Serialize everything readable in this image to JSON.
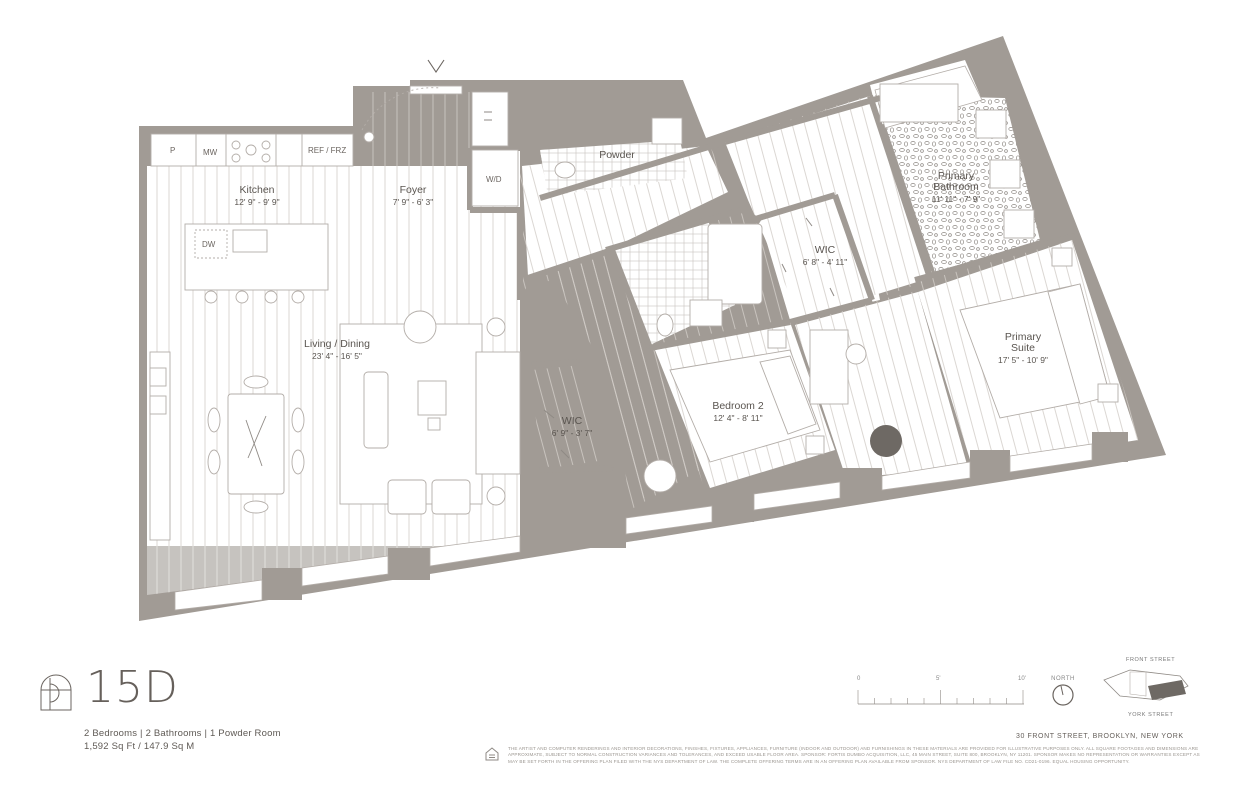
{
  "unit": {
    "name": "15D",
    "bed_bath": "2 Bedrooms  |  2 Bathrooms  |  1 Powder Room",
    "area": "1,592 Sq Ft / 147.9 Sq M"
  },
  "rooms": {
    "kitchen": {
      "name": "Kitchen",
      "dims": "12' 9\" - 9' 9\""
    },
    "foyer": {
      "name": "Foyer",
      "dims": "7' 9\" - 6' 3\""
    },
    "powder": {
      "name": "Powder"
    },
    "living": {
      "name": "Living / Dining",
      "dims": "23' 4\" - 16' 5\""
    },
    "wic_left": {
      "name": "WIC",
      "dims": "6' 9\" - 3' 7\""
    },
    "bedroom2": {
      "name": "Bedroom 2",
      "dims": "12' 4\" - 8' 11\""
    },
    "wic_center": {
      "name": "WIC",
      "dims": "6' 8\" - 4' 11\""
    },
    "primary_bath": {
      "name1": "Primary",
      "name2": "Bathroom",
      "dims": "11' 11\" - 7' 9\""
    },
    "primary_suite": {
      "name1": "Primary",
      "name2": "Suite",
      "dims": "17' 5\" - 10' 9\""
    }
  },
  "fixtures": {
    "pantry": "P",
    "microwave": "MW",
    "fridge": "REF / FRZ",
    "dishwasher": "DW",
    "washer_dryer": "W/D"
  },
  "scale": {
    "zero": "0",
    "five": "5'",
    "ten": "10'"
  },
  "north_label": "NORTH",
  "streets": {
    "north": "FRONT STREET",
    "south": "YORK STREET"
  },
  "address": "30 FRONT STREET, BROOKLYN, NEW YORK",
  "disclaimer": "The artist and computer renderings and interior decorations, finishes, fixtures, appliances, furniture (indoor and outdoor) and furnishings in these materials are provided for illustrative purposes only. All square footages and dimensions are approximate, subject to normal construction variances and tolerances, and exceed usable floor area. Sponsor: Fortis Dumbo Acquisition, LLC, 45 Main Street, Suite 800, Brooklyn, NY 11201. Sponsor makes no representation or warranties except as may be set forth in the offering plan filed with the NYS Department of Law. The complete offering terms are in an offering plan available from Sponsor. NYS Department of Law File No. CD21-0196. Equal housing opportunity.",
  "colors": {
    "wall": "#a19b95",
    "line": "#b3ada8",
    "text": "#5a5550"
  }
}
